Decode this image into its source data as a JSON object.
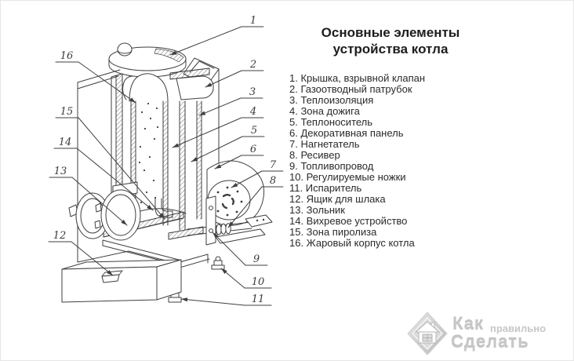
{
  "title": "Основные элементы устройства котла",
  "legend": {
    "items": [
      "1. Крышка, взрывной клапан",
      "2. Газоотводный патрубок",
      "3. Теплоизоляция",
      "4. Зона дожига",
      "5. Теплоноситель",
      "6. Декоративная панель",
      "7. Нагнетатель",
      "8. Ресивер",
      "9. Топливопровод",
      "10. Регулируемые ножки",
      "11. Испаритель",
      "12. Ящик для шлака",
      "13. Зольник",
      "14. Вихревое устройство",
      "15. Зона пиролиза",
      "16. Жаровый корпус котла"
    ]
  },
  "diagram": {
    "callouts": [
      "1",
      "2",
      "3",
      "4",
      "5",
      "6",
      "7",
      "8",
      "9",
      "10",
      "11",
      "12",
      "13",
      "14",
      "15",
      "16"
    ]
  },
  "watermark": {
    "word1": "Как",
    "word2": "правильно",
    "word3": "Сделать"
  },
  "colors": {
    "line": "#3f3f3f",
    "text": "#2a2a2a",
    "watermark": "#c7c7c7"
  }
}
